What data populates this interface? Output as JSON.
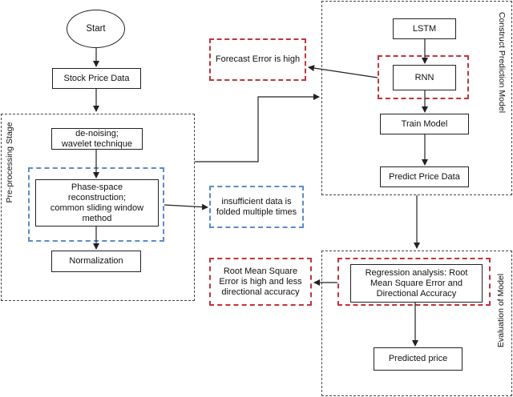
{
  "nodes": {
    "start": "Start",
    "stock_price_data": "Stock Price Data",
    "denoising": "de-noising;\nwavelet technique",
    "phase_space": "Phase-space\nreconstruction;\ncommon sliding window\nmethod",
    "normalization": "Normalization",
    "lstm": "LSTM",
    "rnn": "RNN",
    "train_model": "Train Model",
    "predict_price_data": "Predict Price Data",
    "regression": "Regression analysis: Root\nMean Square Error and\nDirectional Accuracy",
    "predicted_price": "Predicted price"
  },
  "notes": {
    "forecast_error": "Forecast Error is high",
    "insufficient_data": "insufficient data is\nfolded multiple times",
    "rmse_high": "Root Mean Square\nError is high and less\ndirectional accuracy"
  },
  "stages": {
    "preprocessing": "Pre-processing Stage",
    "construct_model": "Construct Prediction Model",
    "evaluation": "Evaluation of Model"
  },
  "colors": {
    "red_dash": "#c0353b",
    "blue_dash": "#5a8ccc",
    "line": "#222222"
  }
}
